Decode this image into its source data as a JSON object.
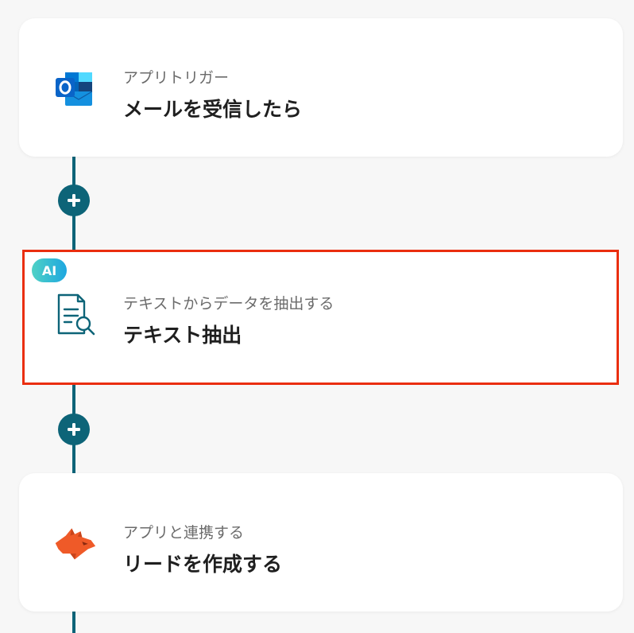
{
  "flow": {
    "steps": [
      {
        "subtitle": "アプリトリガー",
        "title": "メールを受信したら",
        "icon": "outlook-icon"
      },
      {
        "badge": "AI",
        "subtitle": "テキストからデータを抽出する",
        "title": "テキスト抽出",
        "icon": "document-search-icon"
      },
      {
        "subtitle": "アプリと連携する",
        "title": "リードを作成する",
        "icon": "hubspot-fox-icon"
      }
    ],
    "add_step_icon": "plus-icon"
  },
  "colors": {
    "connector": "#0d6478",
    "highlight_border": "#ea2e0f",
    "ai_badge_start": "#4fd1c5",
    "ai_badge_end": "#1ea7e0",
    "outlook_blue": "#0a64c8",
    "fox_orange": "#ef5a28"
  }
}
